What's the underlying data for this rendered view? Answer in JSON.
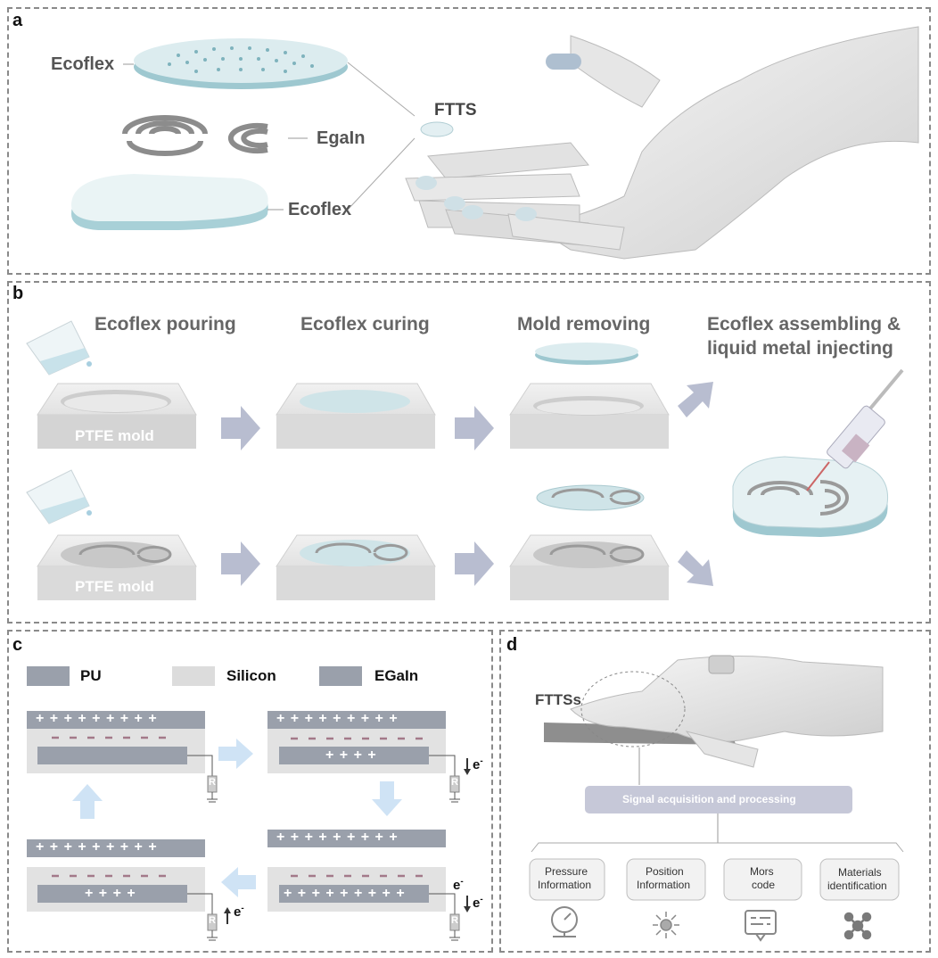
{
  "panel_a": {
    "label": "a",
    "ecoflex_top": "Ecoflex",
    "egain": "EgaIn",
    "ecoflex_bottom": "Ecoflex",
    "ftts": "FTTS"
  },
  "panel_b": {
    "label": "b",
    "steps": [
      "Ecoflex pouring",
      "Ecoflex curing",
      "Mold removing"
    ],
    "final_step_line1": "Ecoflex assembling &",
    "final_step_line2": "liquid metal injecting",
    "mold_label": "PTFE mold"
  },
  "panel_c": {
    "label": "c",
    "legend": [
      {
        "name": "PU",
        "color": "#9aa0ab"
      },
      {
        "name": "Silicon",
        "color": "#dcdcdc"
      },
      {
        "name": "EGaIn",
        "color": "#9aa0ab"
      }
    ],
    "plus_row": "+ + + + + + + + +",
    "plus_short": "+ + + +",
    "electron": "e",
    "resistor": "R"
  },
  "panel_d": {
    "label": "d",
    "fttss": "FTTSs",
    "signal_box": "Signal acquisition and processing",
    "outputs": [
      {
        "line1": "Pressure",
        "line2": "Information",
        "icon": "gauge-icon"
      },
      {
        "line1": "Position",
        "line2": "Information",
        "icon": "position-icon"
      },
      {
        "line1": "Mors",
        "line2": "code",
        "icon": "message-icon"
      },
      {
        "line1": "Materials",
        "line2": "identification",
        "icon": "molecule-icon"
      }
    ]
  },
  "colors": {
    "panel_border": "#8a8a8a",
    "arrow": "#b8bdd0",
    "light_arrow": "#cfe3f5",
    "film": "#a9cfd6"
  }
}
